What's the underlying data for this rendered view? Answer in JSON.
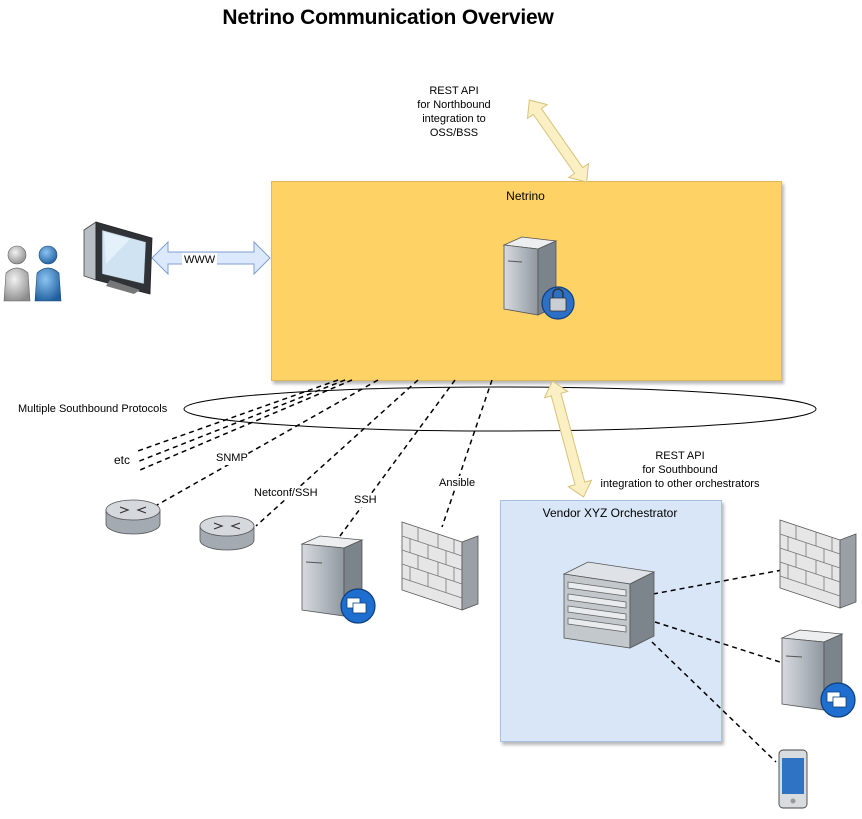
{
  "title": "Netrino Communication Overview",
  "netrino": {
    "label": "Netrino"
  },
  "vendor": {
    "label": "Vendor XYZ Orchestrator"
  },
  "north_api": {
    "line1": "REST API",
    "line2": "for Northbound",
    "line3": "integration to",
    "line4": "OSS/BSS"
  },
  "south_api": {
    "line1": "REST API",
    "line2": "for Southbound",
    "line3": "integration to other orchestrators"
  },
  "www": "WWW",
  "southbound": "Multiple Southbound Protocols",
  "protocols": {
    "etc": "etc",
    "snmp": "SNMP",
    "netconf": "Netconf/SSH",
    "ssh": "SSH",
    "ansible": "Ansible"
  },
  "colors": {
    "netrino_fill": "#ffd266",
    "vendor_fill": "#d8e6f7",
    "api_arrow": "#fbf0c4",
    "www_arrow": "#dce8fb"
  }
}
